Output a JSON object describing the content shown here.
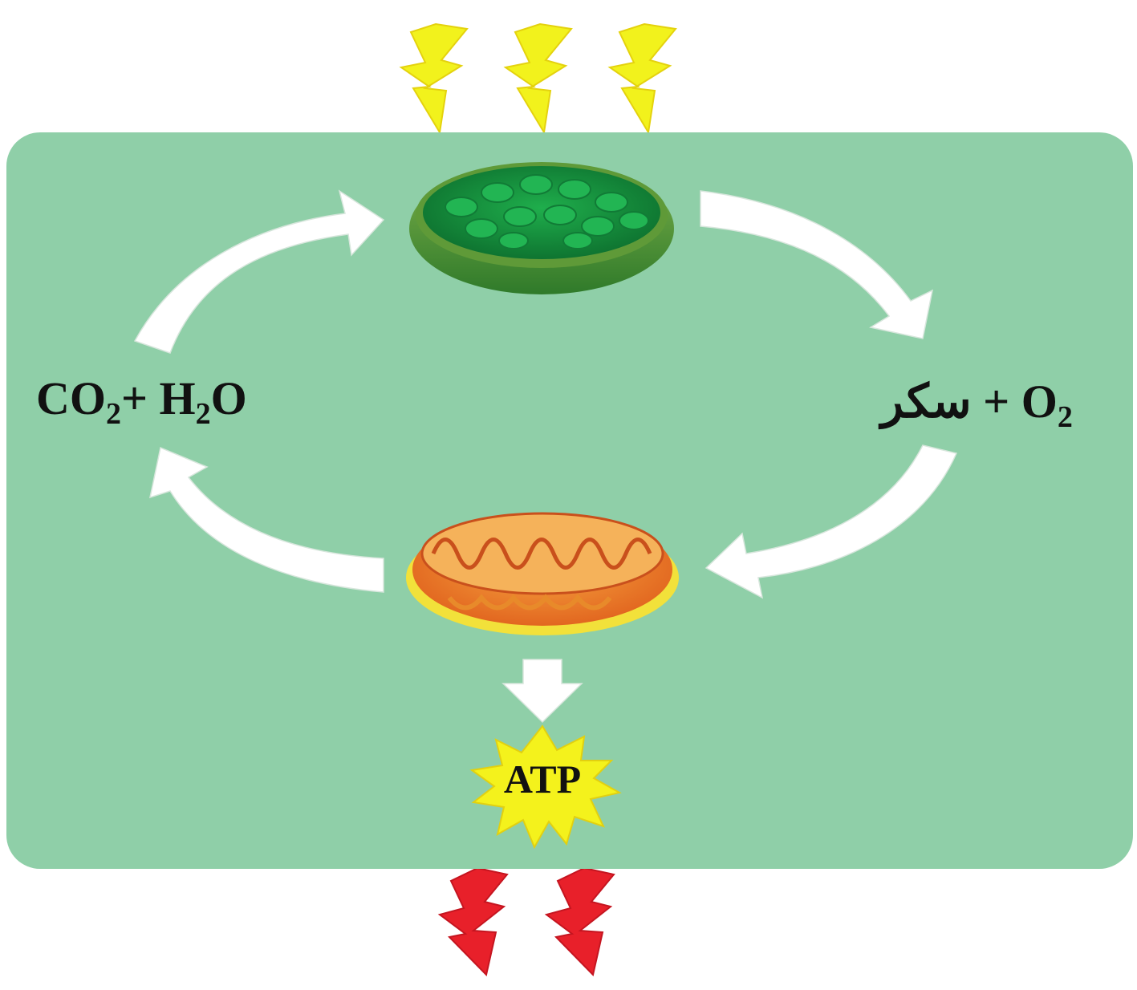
{
  "colors": {
    "background": "#ffffff",
    "cell": "#8fcfa8",
    "arrow": "#ffffff",
    "light_bolt": "#f2f21c",
    "heat_bolt": "#e8202a",
    "chloroplast": "#1f9a45",
    "mitochondrion": "#f08a2a",
    "atp_burst": "#f4f21c"
  },
  "left_formula": {
    "a": "CO",
    "a_sub": "2",
    "b": "+ H",
    "b_sub": "2",
    "c": "O"
  },
  "right_formula": {
    "text": "سکر + O",
    "sub": "2"
  },
  "atp": {
    "label": "ATP"
  }
}
